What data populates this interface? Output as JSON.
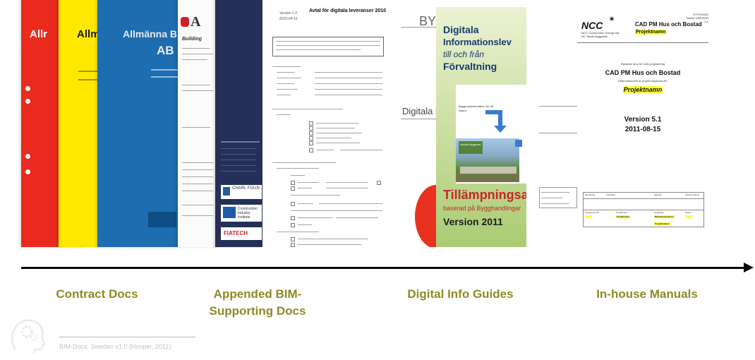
{
  "covers": {
    "red": {
      "title": "Allr",
      "color": "#ea2a1c"
    },
    "yellow": {
      "title": "Allm",
      "color": "#ffe800"
    },
    "blue": {
      "title": "Allmänna B",
      "subtitle": "AB"
    },
    "white": {
      "title": "A",
      "subtitle": "Building"
    },
    "navy": {
      "logo1": "CHARL FOUN",
      "logo2": "Construction Industry Institute",
      "logo3": "FIATECH"
    }
  },
  "form_doc": {
    "version": "Version 1.0",
    "date": "2010-04-16",
    "title": "Avtal för digitala leveranser 2010"
  },
  "fragments": {
    "byg": "BYG",
    "digitala_lev": "Digitala lev"
  },
  "guide_doc": {
    "title_line1": "Digitala",
    "title_line2": "Informationslev",
    "title_line3": "till och från",
    "title_line4": "Förvaltning",
    "panel_text": "Byggnadsinformation för att skapa",
    "photo_caption": "Vackra Byggnad",
    "tillampning": "Tillämpningsa",
    "basis": "baserad på Bygghandlingar",
    "version": "Version 2011"
  },
  "ncc_doc": {
    "logo": "NCC",
    "company": "NCC Construction Sverige AB NC Teknik Byggande",
    "header_title": "CAD PM Hus och Bostad",
    "header_sub": "Projektnamn",
    "stamp": "ETTROSKE MANU VERSION 5.1",
    "kicker": "Styrande krav för CAD-projektering",
    "main_title": "CAD PM Hus och Bostad",
    "desc": "Detta dokument är projekt anpassat för:",
    "project": "Projektnamn",
    "version": "Version 5.1",
    "date": "2011-08-15",
    "table_headers": [
      "Revidering",
      "Ändrades",
      "Signatur",
      "Senast ändrad"
    ],
    "table_row_labels": [
      "Projektnummer",
      "Projektnamn",
      "Uppdraknr",
      "Datum"
    ],
    "table_row_values": [
      "Projektnamn",
      "Modellsamordnare",
      "Projektledaren"
    ]
  },
  "categories": [
    {
      "label": "Contract Docs"
    },
    {
      "label": "Appended BIM-\nSupporting Docs"
    },
    {
      "label": "Digital Info Guides"
    },
    {
      "label": "In-house Manuals"
    }
  ],
  "footer": "BIM-Docs: Sweden v1.0 (Hooper, 2011)"
}
